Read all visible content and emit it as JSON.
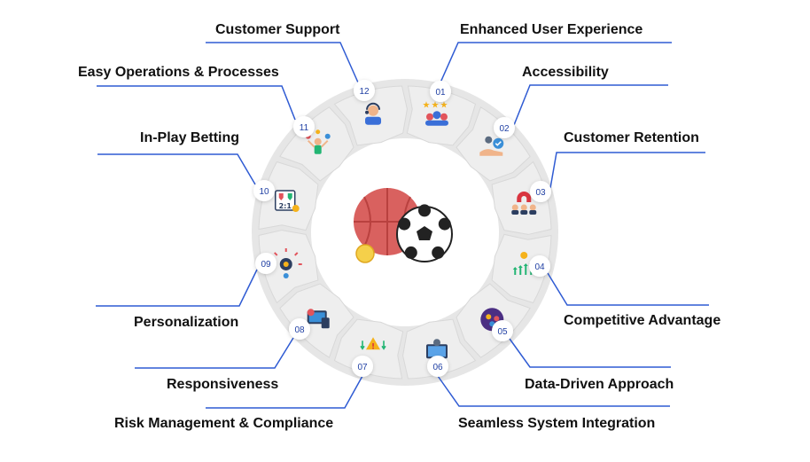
{
  "colors": {
    "ring": "#e6e6e6",
    "segment": "#eeeeee",
    "segment_border": "#ffffff",
    "badge_fill": "#ffffff",
    "badge_text": "#1f3fa3",
    "leader_line": "#2f5bd3",
    "label_text": "#111111"
  },
  "items": [
    {
      "num": "01",
      "label": "Enhanced User Experience",
      "icon": "rating-people-icon"
    },
    {
      "num": "02",
      "label": "Accessibility",
      "icon": "hand-user-check-icon"
    },
    {
      "num": "03",
      "label": "Customer Retention",
      "icon": "magnet-customers-icon"
    },
    {
      "num": "04",
      "label": "Competitive Advantage",
      "icon": "award-growth-icon"
    },
    {
      "num": "05",
      "label": "Data-Driven Approach",
      "icon": "data-network-icon"
    },
    {
      "num": "06",
      "label": "Seamless System Integration",
      "icon": "monitor-gear-icon"
    },
    {
      "num": "07",
      "label": "Risk Management & Compliance",
      "icon": "warning-arrows-icon"
    },
    {
      "num": "08",
      "label": "Responsiveness",
      "icon": "responsive-screens-icon"
    },
    {
      "num": "09",
      "label": "Personalization",
      "icon": "personalization-gear-icon"
    },
    {
      "num": "10",
      "label": "In-Play Betting",
      "icon": "scoreboard-icon"
    },
    {
      "num": "11",
      "label": "Easy Operations & Processes",
      "icon": "juggling-person-icon"
    },
    {
      "num": "12",
      "label": "Customer Support",
      "icon": "support-agent-icon"
    }
  ],
  "center": {
    "icon": "sports-balls-icon"
  }
}
